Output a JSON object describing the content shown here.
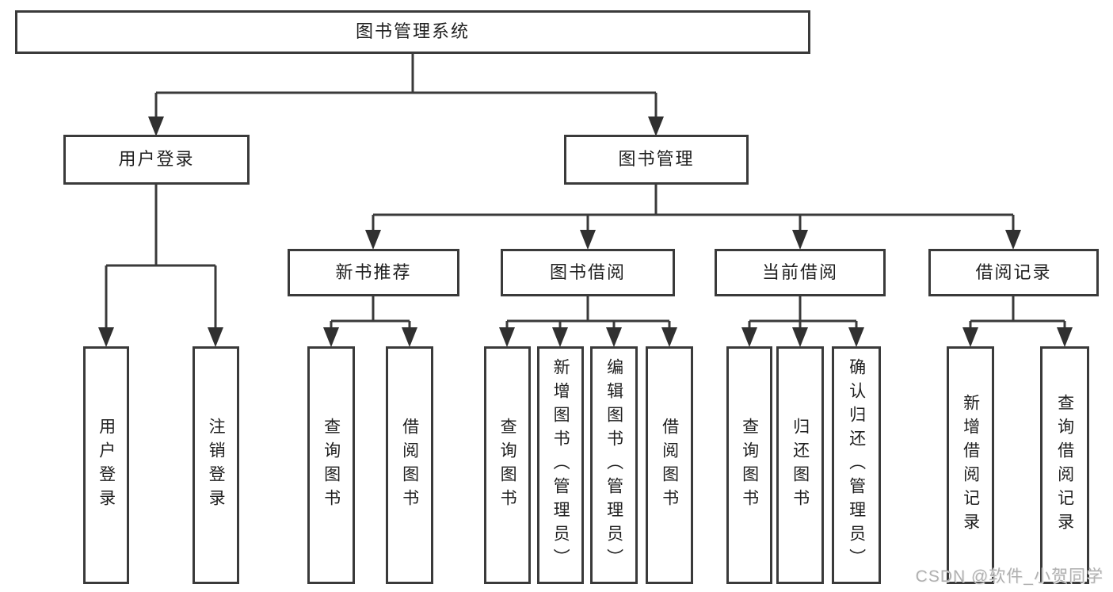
{
  "colors": {
    "line": "#3a3a3a",
    "box_border": "#3a3a3a",
    "text": "#1f1f1f",
    "background": "#ffffff",
    "watermark": "#b0b0b0"
  },
  "watermark": "CSDN @软件_小贺同学",
  "tree": {
    "root": {
      "label": "图书管理系统"
    },
    "branches": [
      {
        "label": "用户登录",
        "children": [
          {
            "label": "用户登录"
          },
          {
            "label": "注销登录"
          }
        ]
      },
      {
        "label": "图书管理",
        "groups": [
          {
            "label": "新书推荐",
            "children": [
              {
                "label": "查询图书"
              },
              {
                "label": "借阅图书"
              }
            ]
          },
          {
            "label": "图书借阅",
            "children": [
              {
                "label": "查询图书"
              },
              {
                "label": "新增图书（管理员）"
              },
              {
                "label": "编辑图书（管理员）"
              },
              {
                "label": "借阅图书"
              }
            ]
          },
          {
            "label": "当前借阅",
            "children": [
              {
                "label": "查询图书"
              },
              {
                "label": "归还图书"
              },
              {
                "label": "确认归还（管理员）"
              }
            ]
          },
          {
            "label": "借阅记录",
            "children": [
              {
                "label": "新增借阅记录"
              },
              {
                "label": "查询借阅记录"
              }
            ]
          }
        ]
      }
    ]
  }
}
